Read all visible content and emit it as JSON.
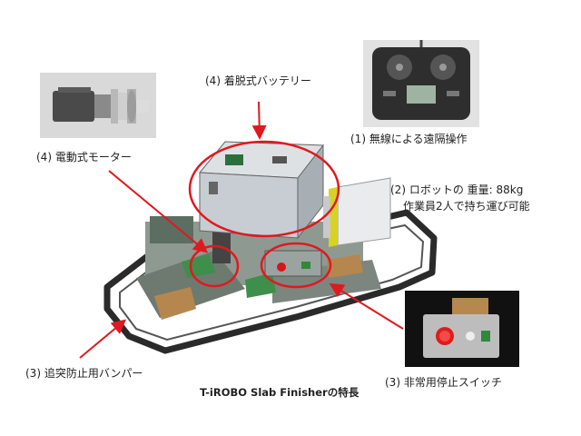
{
  "labels": {
    "battery": "(4) 着脱式バッテリー",
    "motor": "(4) 電動式モーター",
    "remote": "(1) 無線による遠隔操作",
    "weight_line1": "(2) ロボットの 重量: 88kg",
    "weight_line2": "作業員2人で持ち運び可能",
    "bumper": "(3) 追突防止用バンパー",
    "emergency": "(3) 非常用停止スイッチ"
  },
  "caption": "T-iROBO Slab Finisherの特長",
  "colors": {
    "annotation": "#e0191f",
    "frame": "#2a2a2a",
    "panel": "#c7cdd2"
  },
  "icons": [
    "motor-photo",
    "remote-controller-photo",
    "emergency-switch-photo",
    "robot-illustration"
  ]
}
